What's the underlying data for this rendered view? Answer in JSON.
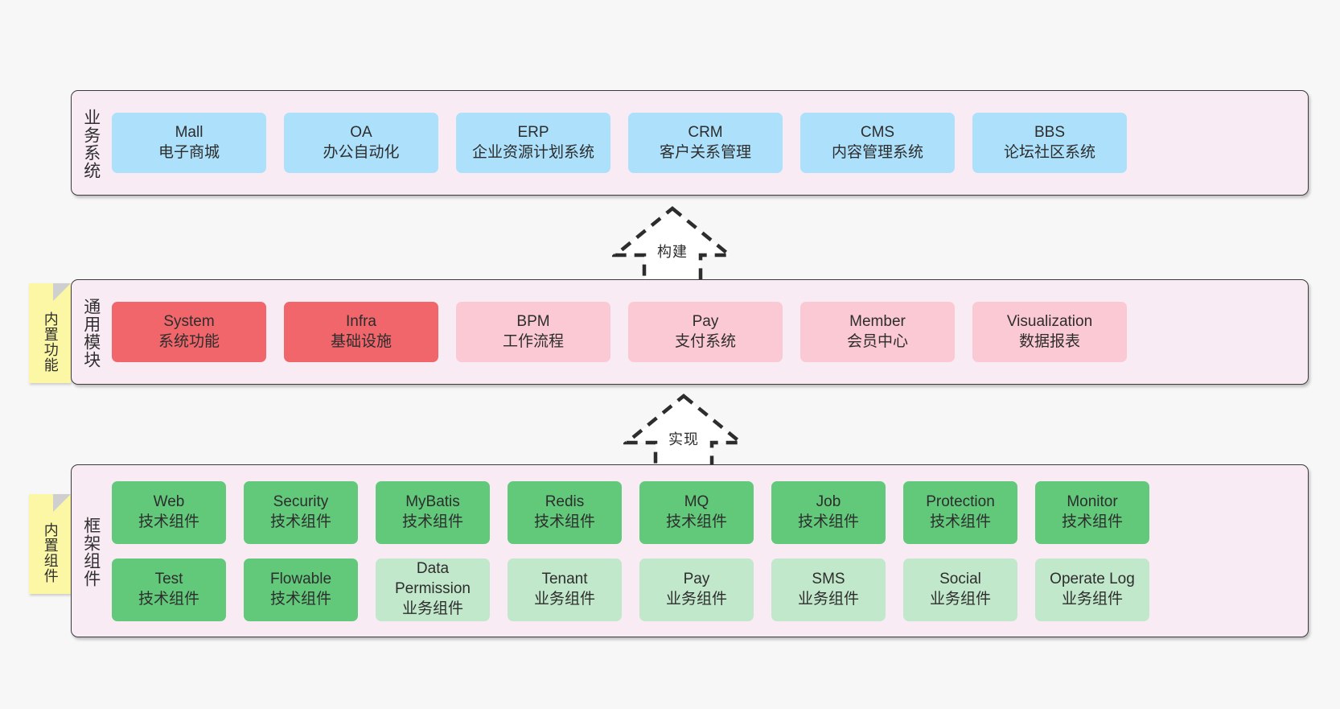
{
  "layers": [
    {
      "id": "business",
      "title": "业务系统",
      "note": null,
      "rows": [
        {
          "cards": [
            {
              "en": "Mall",
              "cn": "电子商城",
              "style": "blue"
            },
            {
              "en": "OA",
              "cn": "办公自动化",
              "style": "blue"
            },
            {
              "en": "ERP",
              "cn": "企业资源计划系统",
              "style": "blue"
            },
            {
              "en": "CRM",
              "cn": "客户关系管理",
              "style": "blue"
            },
            {
              "en": "CMS",
              "cn": "内容管理系统",
              "style": "blue"
            },
            {
              "en": "BBS",
              "cn": "论坛社区系统",
              "style": "blue"
            }
          ]
        }
      ]
    },
    {
      "id": "modules",
      "title": "通用模块",
      "note": "内置功能",
      "rows": [
        {
          "cards": [
            {
              "en": "System",
              "cn": "系统功能",
              "style": "red"
            },
            {
              "en": "Infra",
              "cn": "基础设施",
              "style": "red"
            },
            {
              "en": "BPM",
              "cn": "工作流程",
              "style": "pink"
            },
            {
              "en": "Pay",
              "cn": "支付系统",
              "style": "pink"
            },
            {
              "en": "Member",
              "cn": "会员中心",
              "style": "pink"
            },
            {
              "en": "Visualization",
              "cn": "数据报表",
              "style": "pink"
            }
          ]
        }
      ]
    },
    {
      "id": "framework",
      "title": "框架组件",
      "note": "内置组件",
      "rows": [
        {
          "cards": [
            {
              "en": "Web",
              "cn": "技术组件",
              "style": "green"
            },
            {
              "en": "Security",
              "cn": "技术组件",
              "style": "green"
            },
            {
              "en": "MyBatis",
              "cn": "技术组件",
              "style": "green"
            },
            {
              "en": "Redis",
              "cn": "技术组件",
              "style": "green"
            },
            {
              "en": "MQ",
              "cn": "技术组件",
              "style": "green"
            },
            {
              "en": "Job",
              "cn": "技术组件",
              "style": "green"
            },
            {
              "en": "Protection",
              "cn": "技术组件",
              "style": "green"
            },
            {
              "en": "Monitor",
              "cn": "技术组件",
              "style": "green"
            }
          ]
        },
        {
          "cards": [
            {
              "en": "Test",
              "cn": "技术组件",
              "style": "green"
            },
            {
              "en": "Flowable",
              "cn": "技术组件",
              "style": "green"
            },
            {
              "en": "Data Permission",
              "cn": "业务组件",
              "style": "lgreen"
            },
            {
              "en": "Tenant",
              "cn": "业务组件",
              "style": "lgreen"
            },
            {
              "en": "Pay",
              "cn": "业务组件",
              "style": "lgreen"
            },
            {
              "en": "SMS",
              "cn": "业务组件",
              "style": "lgreen"
            },
            {
              "en": "Social",
              "cn": "业务组件",
              "style": "lgreen"
            },
            {
              "en": "Operate Log",
              "cn": "业务组件",
              "style": "lgreen"
            }
          ]
        }
      ]
    }
  ],
  "arrows": [
    {
      "id": "build",
      "label": "构建"
    },
    {
      "id": "implement",
      "label": "实现"
    }
  ],
  "colors": {
    "background": "#f7f7f7",
    "panel_fill": "#f9ebf4",
    "panel_border": "#3b3b3b",
    "blue": "#ace0fb",
    "red": "#f0666b",
    "pink": "#fbc9d3",
    "green": "#62c97b",
    "light_green": "#c2e8cb",
    "note_yellow": "#fbf7a4",
    "note_fold": "#cfcfcf",
    "arrow_stroke": "#2d2d2d"
  }
}
